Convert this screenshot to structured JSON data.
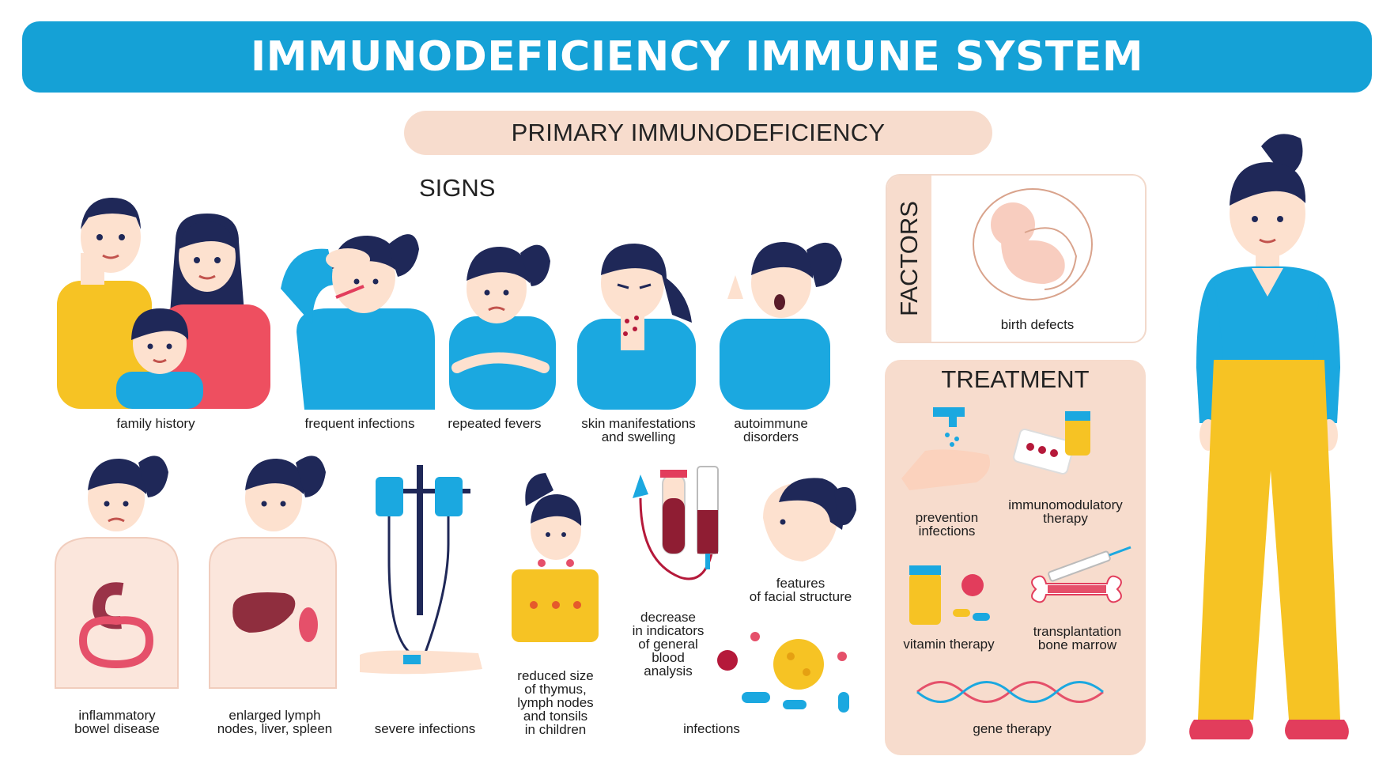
{
  "header": {
    "title": "IMMUNODEFICIENCY IMMUNE SYSTEM"
  },
  "subtitle": "PRIMARY IMMUNODEFICIENCY",
  "signs": {
    "title": "SIGNS",
    "items": [
      {
        "label": "family history",
        "icon": "family-icon"
      },
      {
        "label": "frequent infections",
        "icon": "sick-woman-thermometer-icon"
      },
      {
        "label": "repeated fevers",
        "icon": "shivering-woman-icon"
      },
      {
        "label": "skin manifestations\nand swelling",
        "icon": "rash-woman-icon"
      },
      {
        "label": "autoimmune\ndisorders",
        "icon": "yawning-woman-icon"
      },
      {
        "label": "inflammatory\nbowel disease",
        "icon": "intestine-icon"
      },
      {
        "label": "enlarged lymph\nnodes, liver, spleen",
        "icon": "liver-spleen-icon"
      },
      {
        "label": "severe infections",
        "icon": "iv-drip-icon"
      },
      {
        "label": "reduced size\nof thymus,\nlymph nodes\nand tonsils\nin children",
        "icon": "child-lymph-icon"
      },
      {
        "label": "decrease\nin indicators\nof general\nblood\nanalysis",
        "icon": "blood-test-icon"
      },
      {
        "label": "features\nof facial structure",
        "icon": "face-profile-icon"
      },
      {
        "label": "infections",
        "icon": "virus-bacteria-icon"
      }
    ]
  },
  "factors": {
    "title": "FACTORS",
    "items": [
      {
        "label": "birth defects",
        "icon": "fetus-icon"
      }
    ]
  },
  "treatment": {
    "title": "TREATMENT",
    "items": [
      {
        "label": "prevention\ninfections",
        "icon": "hand-washing-icon"
      },
      {
        "label": "immunomodulatory\ntherapy",
        "icon": "pills-icon"
      },
      {
        "label": "vitamin therapy",
        "icon": "vitamin-jar-icon"
      },
      {
        "label": "transplantation\nbone marrow",
        "icon": "bone-syringe-icon"
      },
      {
        "label": "gene therapy",
        "icon": "dna-icon"
      }
    ]
  },
  "colors": {
    "banner": "#15a1d6",
    "pill": "#f7dccd",
    "shirt_blue": "#1ba8e0",
    "hair": "#1f2858",
    "skin": "#fde1cf",
    "pants_yellow": "#f6c324",
    "shoe_red": "#e23d5c"
  }
}
